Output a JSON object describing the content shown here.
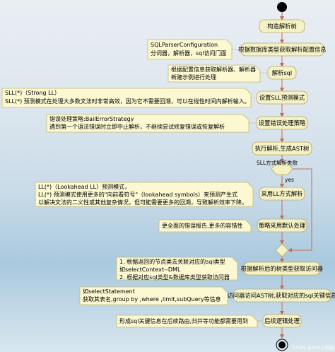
{
  "activities": {
    "a1": "构造解析树",
    "a2": "根据数据库类型获取解析配置信息",
    "a3": "解析sql",
    "a4": "设置SLL预测模式",
    "a5": "设置错误处理策略",
    "a6": "执行解析,生成AST树",
    "a7": "采用LL方式解析",
    "a8": "策略采用默认处理",
    "a9": "根据解析后的树类型获取访问器",
    "a10": "访问器访问AST树,获取对应的sql关键信息",
    "a11": "后续逻辑处理"
  },
  "decision": {
    "label": "SLL方式解析失败",
    "yes": "yes"
  },
  "notes": {
    "n1": [
      "SQLParserConfiguration",
      "分词器，解析器，sql访问门面"
    ],
    "n2": [
      "根据配置信息获取解析器、解析器",
      "新建示例进行处理"
    ],
    "n3": [
      "SLL(*)（Strong LL）",
      "SLL(*) 预测模式在处理大多数文法时非常高效，因为它不需要回溯，可以在线性时间内解析输入。"
    ],
    "n4": [
      "错误处理策略:BailErrorStrategy",
      "遇到第一个语法错误时立即中止解析，不继续尝试修复错误或恢复解析"
    ],
    "n5": [
      "LL(*)（Lookahead LL）预测模式，",
      "LL(*) 预测模式使用更多的\"向前看符号\"（lookahead symbols）来预测产生式",
      "以解决文法的二义性或其他复杂情况，但可能需要更多的回溯，导致解析效率下降。"
    ],
    "n6": [
      "更全面的错误报告,更多的容错性"
    ],
    "n7": [
      "1. 根据返回的节点类去关联对应的sql类型",
      "如selectContext--DML",
      "2. 根据对应sql类型&数据库类型获取访问器"
    ],
    "n8": [
      "如selectStatement",
      "获取其表名,group by ,where ,limit,subQuery等信息"
    ],
    "n9": [
      "形成sql关键信息在后续路由,归并等功能都需要用到"
    ]
  },
  "watermark": "CSDN @Fish小鸭纸"
}
